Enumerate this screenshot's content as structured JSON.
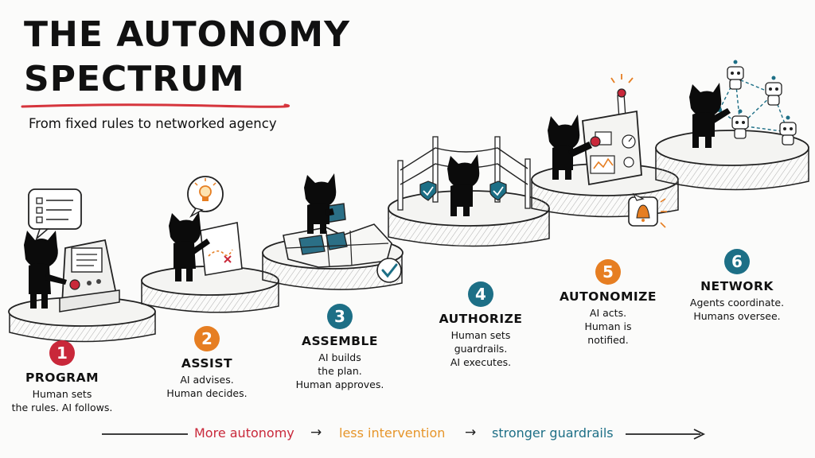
{
  "title_line1": "THE AUTONOMY",
  "title_line2": "SPECTRUM",
  "subtitle": "From fixed rules to networked agency",
  "colors": {
    "step1": "#c9283a",
    "step2": "#e67e22",
    "step3": "#1d6f86",
    "step4": "#1d6f86",
    "step5": "#e67e22",
    "step6": "#1d6f86",
    "underline": "#d6353d",
    "footer_red": "#c9283a",
    "footer_orange": "#e6952a",
    "footer_teal": "#1d6f86"
  },
  "steps": [
    {
      "num": "1",
      "title": "PROGRAM",
      "desc1": "Human sets",
      "desc2": "the rules. AI follows.",
      "icon": "control-panel-icon"
    },
    {
      "num": "2",
      "title": "ASSIST",
      "desc1": "AI advises.",
      "desc2": "Human decides.",
      "icon": "map-lightbulb-icon"
    },
    {
      "num": "3",
      "title": "ASSEMBLE",
      "desc1": "AI builds",
      "desc2": "the plan.",
      "desc3": "Human approves.",
      "icon": "puzzle-icon"
    },
    {
      "num": "4",
      "title": "AUTHORIZE",
      "desc1": "Human sets",
      "desc2": "guardrails.",
      "desc3": "AI executes.",
      "icon": "guardrail-shield-icon"
    },
    {
      "num": "5",
      "title": "AUTONOMIZE",
      "desc1": "AI acts.",
      "desc2": "Human is",
      "desc3": "notified.",
      "icon": "machine-bell-icon"
    },
    {
      "num": "6",
      "title": "NETWORK",
      "desc1": "Agents coordinate.",
      "desc2": "Humans oversee.",
      "icon": "robot-network-icon"
    }
  ],
  "footer": {
    "part1": "More autonomy",
    "part2": "less intervention",
    "part3": "stronger guardrails",
    "arrow": "→"
  }
}
